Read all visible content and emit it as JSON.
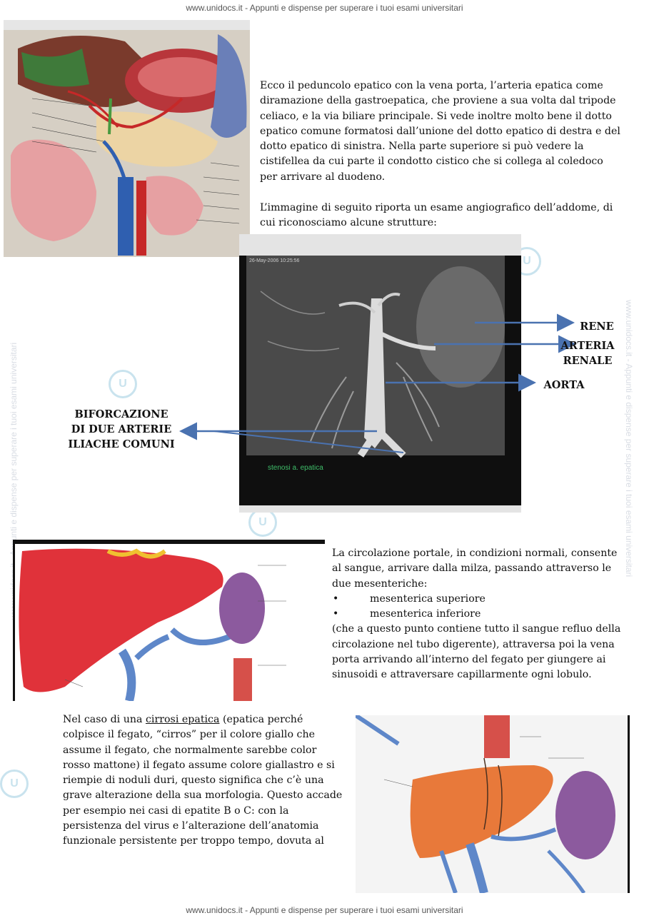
{
  "header": {
    "site_text": "www.unidocs.it - Appunti e dispense per superare i tuoi esami universitari"
  },
  "footer": {
    "site_text": "www.unidocs.it - Appunti e dispense per superare i tuoi esami universitari"
  },
  "paragraphs": {
    "hepatic_peduncle": "Ecco il peduncolo epatico con la vena porta, l’arteria epatica come diramazione della gastroepatica, che proviene a sua volta dal tripode celiaco, e la via biliare principale. Si vede inoltre molto bene il dotto epatico comune formatosi dall’unione del dotto epatico di destra e del dotto epatico di sinistra. Nella parte superiore si può vedere la cistifellea da cui parte il condotto cistico che si collega al coledoco per arrivare al duodeno.",
    "angiography_intro": "L’immagine di seguito riporta un esame angiografico dell’addome, di cui riconosciamo alcune strutture:",
    "portal_intro": "La circolazione portale, in condizioni normali, consente al sangue, arrivare dalla milza, passando attraverso le due mesenteriche:",
    "portal_list": [
      "mesenterica superiore",
      "mesenterica inferiore"
    ],
    "portal_rest": "(che a questo punto contiene tutto il sangue refluo della circolazione nel tubo digerente), attraversa poi la vena porta arrivando all’interno del fegato per giungere ai sinusoidi e attraversare capillarmente ogni lobulo.",
    "cirrhosis_pre": "Nel caso di una ",
    "cirrhosis_link": "cirrosi epatica",
    "cirrhosis_post": " (epatica perché colpisce il fegato, “cirros” per il colore giallo che assume il fegato, che normalmente sarebbe color rosso mattone) il fegato assume colore giallastro e si riempie di noduli duri, questo significa che c’è una grave alterazione della sua morfologia. Questo accade per esempio nei casi di epatite B o C: con la persistenza del virus e l’alterazione dell’anatomia funzionale persistente per troppo tempo, dovuta al"
  },
  "angiography": {
    "labels": {
      "rene": "RENE",
      "arteria_renale": "ARTERIA RENALE",
      "aorta": "AORTA",
      "biforcazione": "BIFORCAZIONE DI DUE ARTERIE ILIACHE COMUNI"
    },
    "screen_caption": "stenosi a. epatica",
    "screen_date": "26-May-2006 10:25:56"
  },
  "colors": {
    "arrow_blue": "#4a72b0",
    "liver_red": "#e0323a",
    "cirrhotic_orange": "#e8793a",
    "spleen_purple": "#8c5a9e",
    "vein_blue": "#5e87c9",
    "watermark_text": "#d9dde4",
    "watermark_logo": "#c9e3ee",
    "screen_caption_green": "#3fbf6a"
  }
}
